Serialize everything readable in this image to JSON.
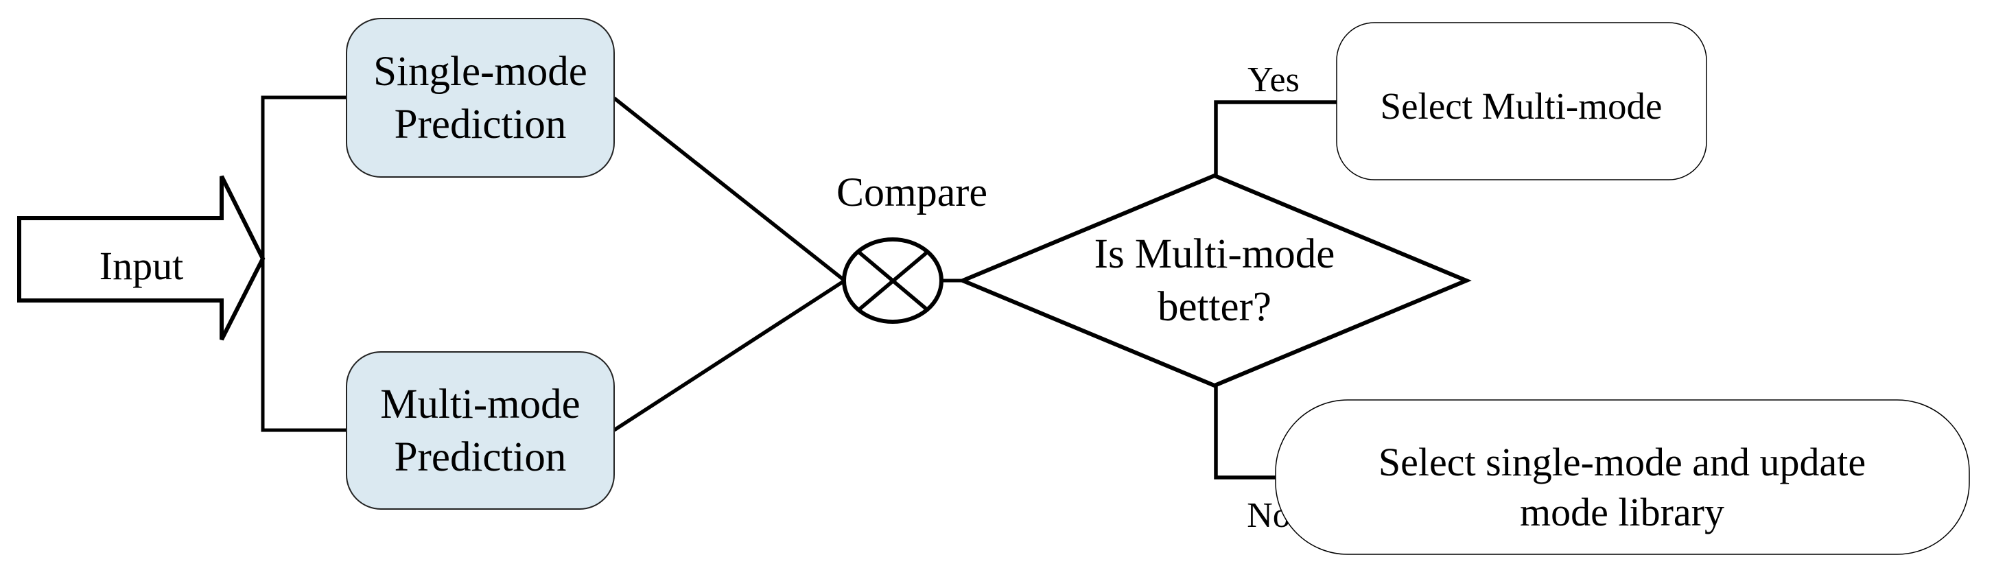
{
  "diagram": {
    "input": {
      "label": "Input"
    },
    "prediction_boxes": {
      "single_mode": {
        "line1": "Single-mode",
        "line2": "Prediction"
      },
      "multi_mode": {
        "line1": "Multi-mode",
        "line2": "Prediction"
      }
    },
    "compare": {
      "label": "Compare"
    },
    "decision": {
      "line1": "Is Multi-mode",
      "line2": "better?"
    },
    "branches": {
      "yes": "Yes",
      "no": "No"
    },
    "outcomes": {
      "select_multi": {
        "label": "Select Multi-mode"
      },
      "select_single": {
        "line1": "Select single-mode and update",
        "line2": "mode library"
      }
    },
    "colors": {
      "prediction_fill": "#dbe9f1",
      "node_fill": "#ffffff",
      "stroke": "#000000"
    }
  }
}
